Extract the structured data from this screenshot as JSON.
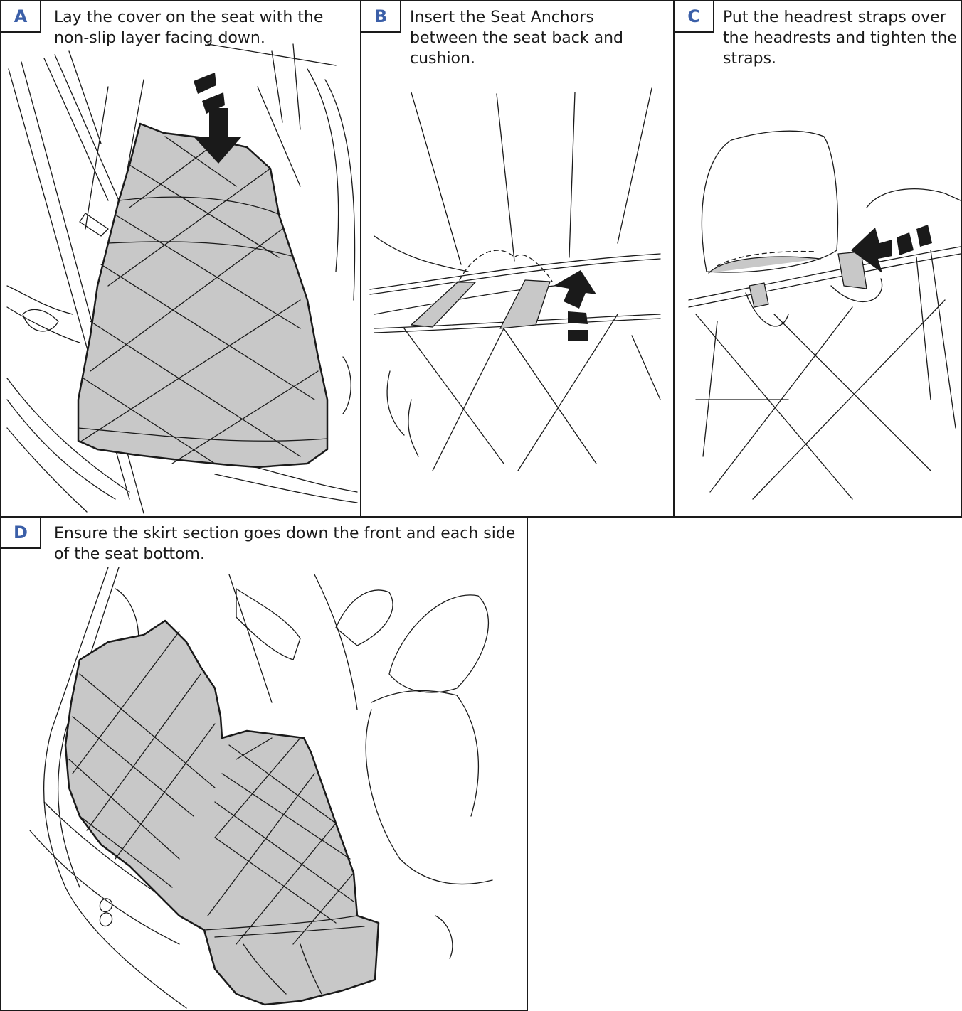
{
  "steps": [
    {
      "letter": "A",
      "text": "Lay the cover on the seat with the non-slip layer facing down."
    },
    {
      "letter": "B",
      "text": "Insert the Seat Anchors between the seat back and cushion."
    },
    {
      "letter": "C",
      "text": "Put the headrest straps over the headrests and tighten the straps."
    },
    {
      "letter": "D",
      "text": "Ensure the skirt section goes down the front and each side of the seat bottom."
    }
  ],
  "colors": {
    "cover_fill": "#c8c8c8",
    "line": "#1a1a1a",
    "badge_letter": "#3b5fa8"
  }
}
